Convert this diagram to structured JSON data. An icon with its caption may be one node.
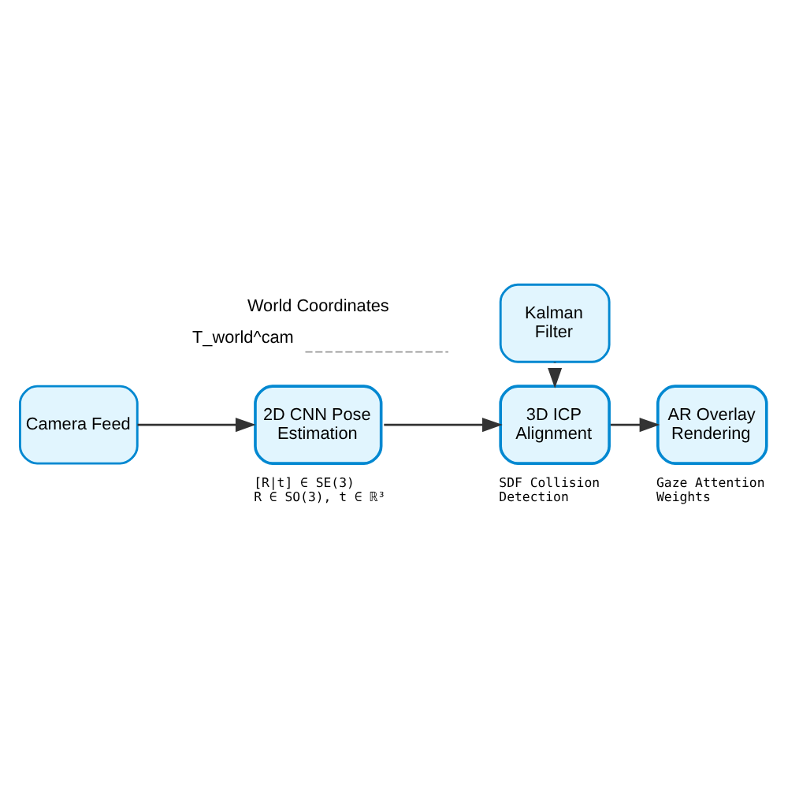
{
  "diagram": {
    "nodes": [
      {
        "text": [
          "Camera Feed"
        ]
      },
      {
        "text": [
          "2D CNN Pose Estimation"
        ],
        "beside": [
          "[R|t] ∈ SE(3)",
          "R ∈ SO(3), t ∈ ℝ³"
        ]
      },
      {
        "text": [
          "Kalman Filter"
        ]
      },
      {
        "text": [
          "3D ICP Alignment"
        ],
        "beside": [
          "SDF Collision Detection"
        ]
      },
      {
        "text": [
          "AR Overlay Rendering"
        ],
        "beside": [
          "Gaze Attention Weights"
        ]
      }
    ],
    "edges": [
      {
        "from": 0,
        "to": 1,
        "arrow": "to"
      },
      {
        "from": 1,
        "to": 3,
        "arrow": "to"
      },
      {
        "from": 2,
        "to": 3,
        "arrow": "to"
      },
      {
        "from": 3,
        "to": 4,
        "arrow": "to"
      }
    ],
    "labels": [
      "World Coordinates"
    ],
    "legend": [
      {
        "text": "T_world^cam"
      }
    ]
  }
}
